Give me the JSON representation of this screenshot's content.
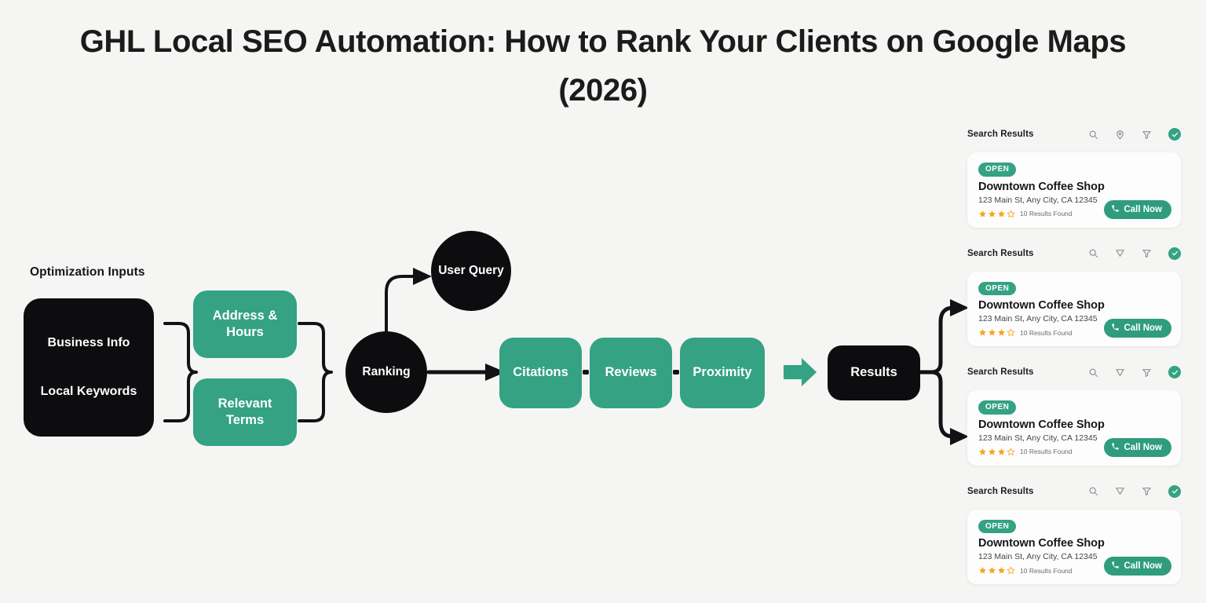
{
  "title": "GHL Local SEO Automation: How to Rank Your Clients on Google Maps (2026)",
  "flow": {
    "section_label": "Optimization Inputs",
    "inputs_box": {
      "line1": "Business Info",
      "line2": "Local Keywords"
    },
    "address_hours": "Address & Hours",
    "relevant_terms": "Relevant Terms",
    "ranking": "Ranking",
    "user_query": "User Query",
    "factors": [
      "Citations",
      "Reviews",
      "Proximity"
    ],
    "results": "Results"
  },
  "colors": {
    "background": "#f5f5f3",
    "dark": "#0d0d0f",
    "green": "#34a283",
    "green_button": "#2f9d7d",
    "star": "#f5a623",
    "icon_gray": "#8d9096"
  },
  "results_panel": {
    "groups": [
      {
        "header": "Search Results",
        "icons": [
          "search-icon",
          "map-pin-icon",
          "filter-icon",
          "check-circle-icon"
        ],
        "card": {
          "status": "OPEN",
          "name": "Downtown Coffee Shop",
          "address": "123 Main St, Any City, CA 12345",
          "rating": 3,
          "rating_max": 4,
          "found": "10 Results Found",
          "call_label": "Call Now"
        }
      },
      {
        "header": "Search Results",
        "icons": [
          "search-icon",
          "funnel-down-icon",
          "filter-icon",
          "check-circle-icon"
        ],
        "card": {
          "status": "OPEN",
          "name": "Downtown Coffee Shop",
          "address": "123 Main St, Any City, CA 12345",
          "rating": 3,
          "rating_max": 4,
          "found": "10 Results Found",
          "call_label": "Call Now"
        }
      },
      {
        "header": "Search Results",
        "icons": [
          "search-icon",
          "funnel-down-icon",
          "filter-icon",
          "check-circle-icon"
        ],
        "card": {
          "status": "OPEN",
          "name": "Downtown Coffee Shop",
          "address": "123 Main St, Any City, CA 12345",
          "rating": 3,
          "rating_max": 4,
          "found": "10 Results Found",
          "call_label": "Call Now"
        }
      },
      {
        "header": "Search Results",
        "icons": [
          "search-icon",
          "funnel-down-icon",
          "filter-icon",
          "check-circle-icon"
        ],
        "card": {
          "status": "OPEN",
          "name": "Downtown Coffee Shop",
          "address": "123 Main St, Any City, CA 12345",
          "rating": 3,
          "rating_max": 4,
          "found": "10 Results Found",
          "call_label": "Call Now"
        }
      }
    ]
  }
}
